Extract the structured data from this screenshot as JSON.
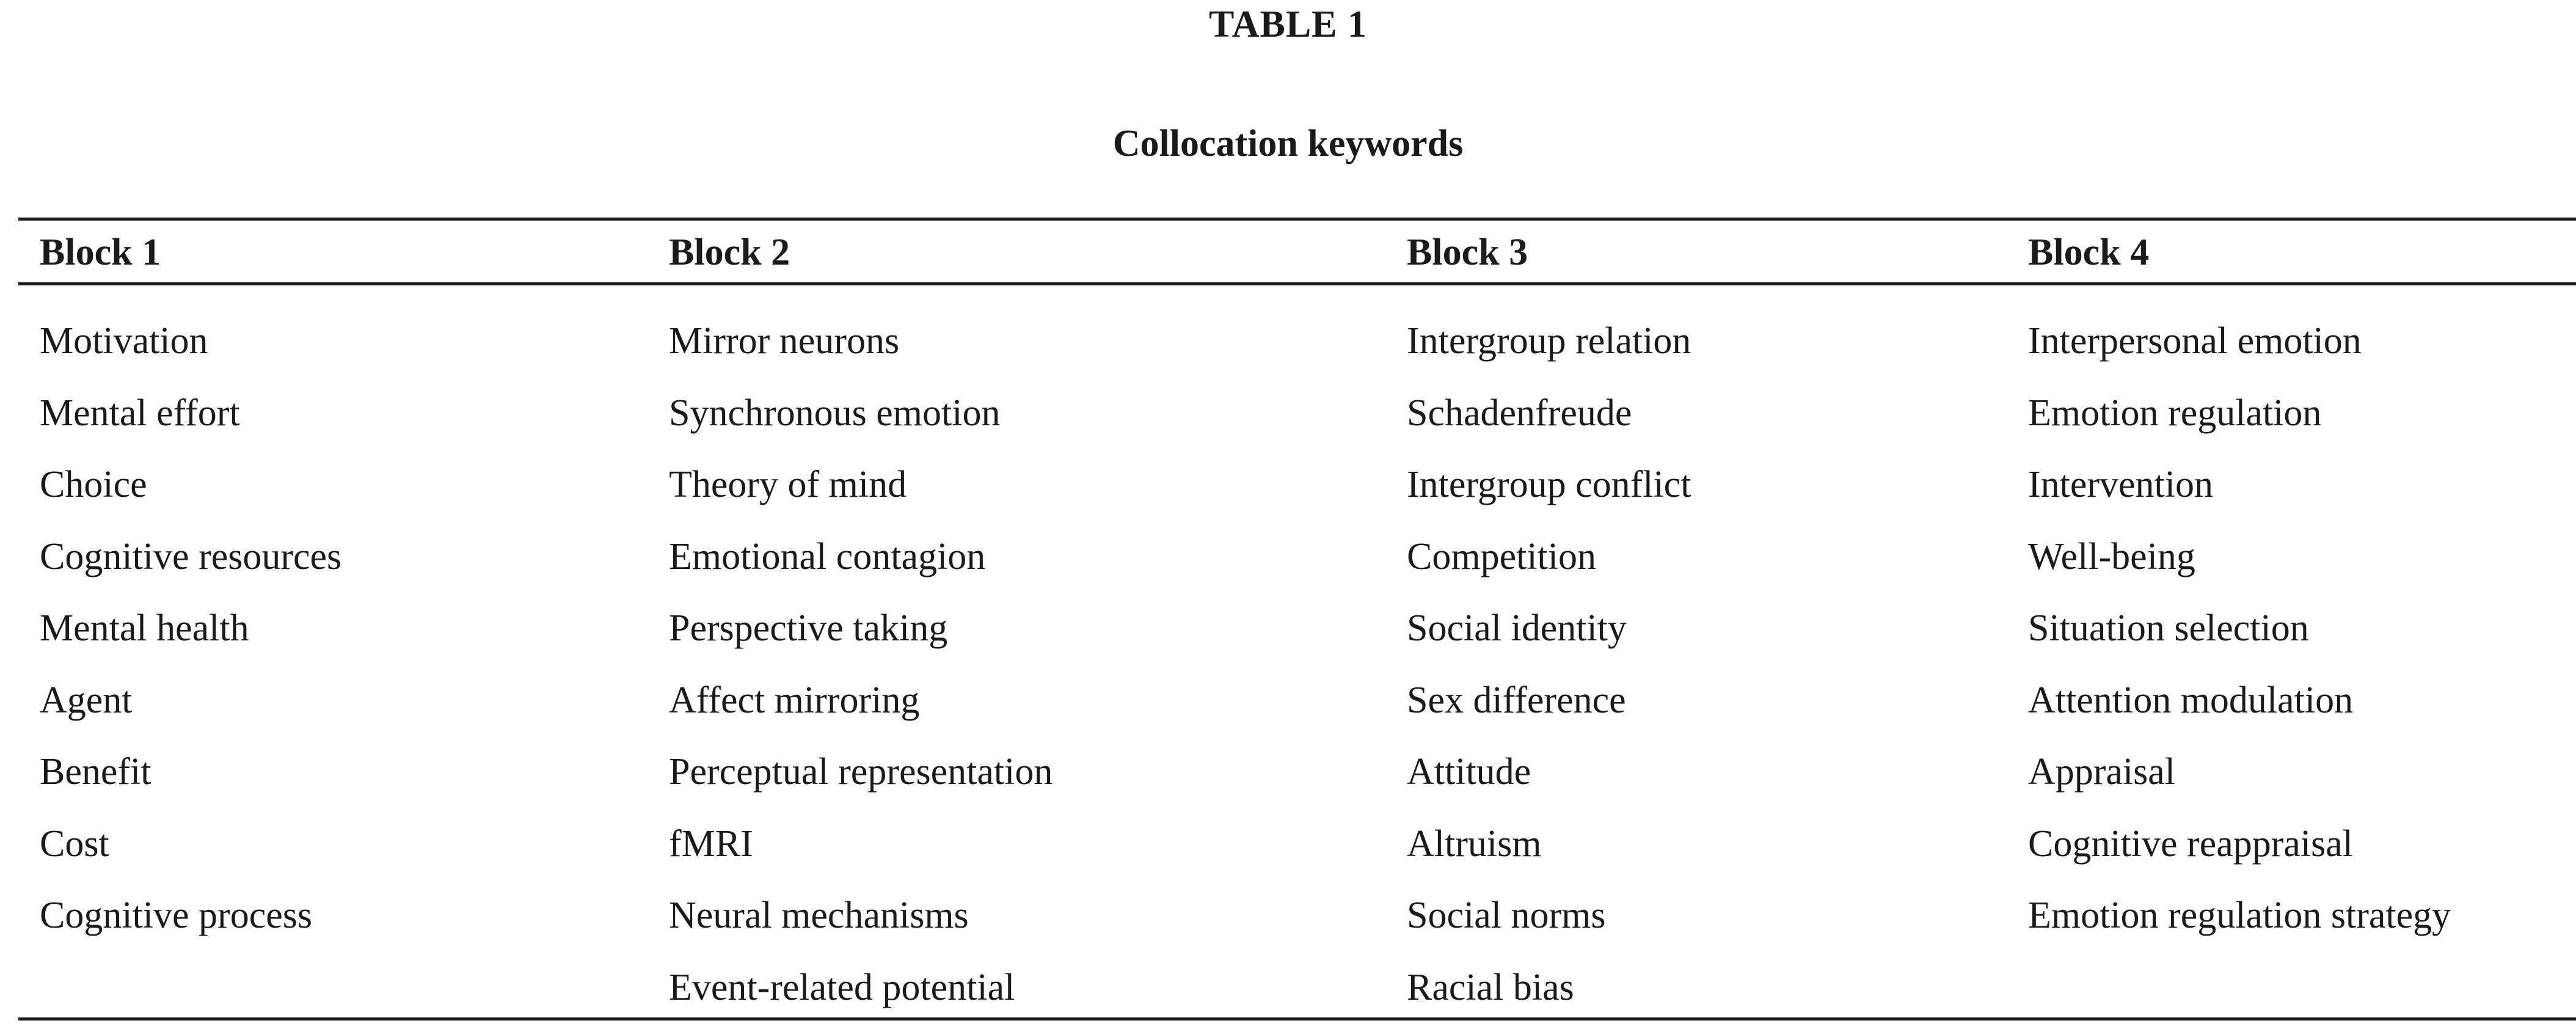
{
  "table": {
    "number": "TABLE 1",
    "caption": "Collocation keywords",
    "headers": [
      "Block 1",
      "Block 2",
      "Block 3",
      "Block 4"
    ],
    "columns": [
      [
        "Motivation",
        "Mental effort",
        "Choice",
        "Cognitive resources",
        "Mental health",
        "Agent",
        "Benefit",
        "Cost",
        "Cognitive process"
      ],
      [
        "Mirror neurons",
        "Synchronous emotion",
        "Theory of mind",
        "Emotional contagion",
        "Perspective taking",
        "Affect mirroring",
        "Perceptual representation",
        "fMRI",
        "Neural mechanisms",
        "Event-related potential"
      ],
      [
        "Intergroup relation",
        "Schadenfreude",
        "Intergroup conflict",
        "Competition",
        "Social identity",
        "Sex difference",
        "Attitude",
        "Altruism",
        "Social norms",
        "Racial bias"
      ],
      [
        "Interpersonal emotion",
        "Emotion regulation",
        "Intervention",
        "Well-being",
        "Situation selection",
        "Attention modulation",
        "Appraisal",
        "Cognitive reappraisal",
        "Emotion regulation strategy"
      ]
    ]
  }
}
